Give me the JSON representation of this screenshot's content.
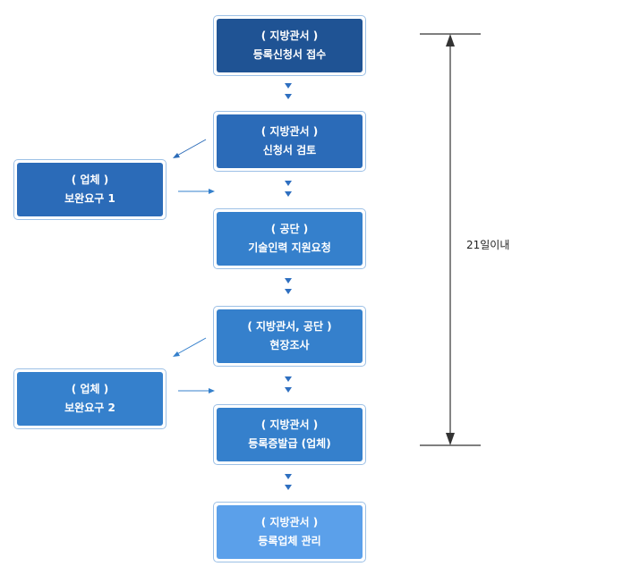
{
  "steps": [
    {
      "actor": "( 지방관서 )",
      "task": "등록신청서 접수"
    },
    {
      "actor": "( 지방관서 )",
      "task": "신청서 검토"
    },
    {
      "actor": "( 공단 )",
      "task": "기술인력 지원요청"
    },
    {
      "actor": "( 지방관서, 공단 )",
      "task": "현장조사"
    },
    {
      "actor": "( 지방관서 )",
      "task": "등록증발급 (업체)"
    },
    {
      "actor": "( 지방관서 )",
      "task": "등록업체 관리"
    }
  ],
  "side_steps": [
    {
      "actor": "( 업체 )",
      "task": "보완요구 1"
    },
    {
      "actor": "( 업체 )",
      "task": "보완요구 2"
    }
  ],
  "duration_label": "21일이내",
  "colors": {
    "step_dark": "#1f5394",
    "step_mid": "#2b6bb8",
    "step_light": "#3580cc",
    "step_lightest": "#5ba0ea",
    "frame": "#9cc0e6",
    "arrow": "#2e6fc0",
    "dimension_line": "#333333"
  }
}
